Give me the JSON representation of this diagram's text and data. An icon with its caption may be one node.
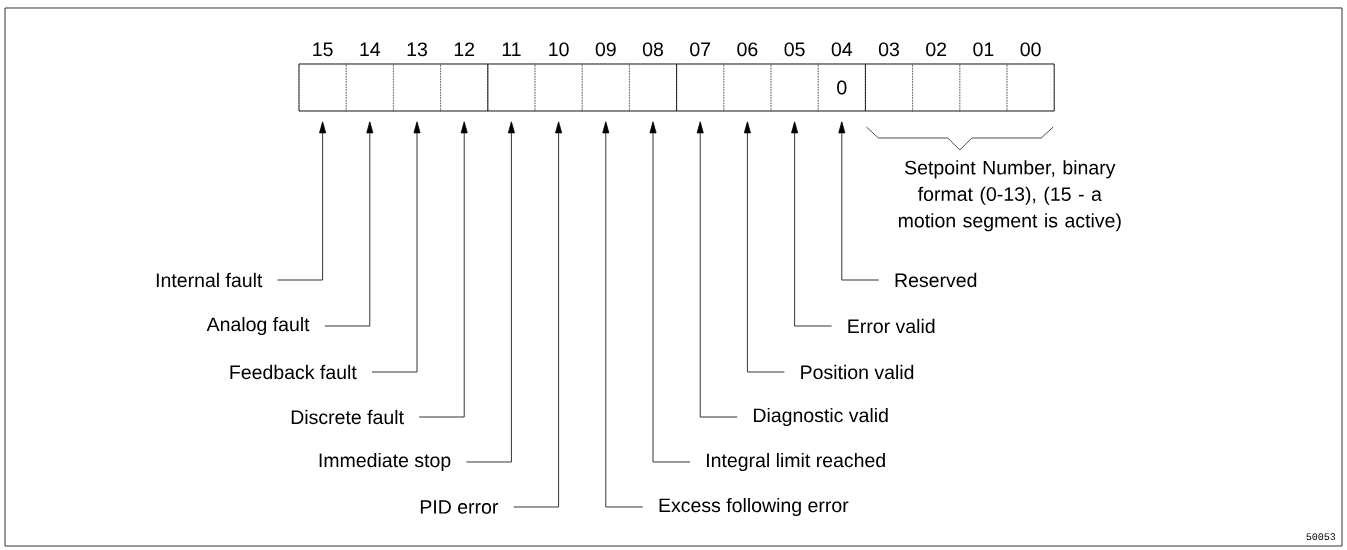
{
  "diagram": {
    "nodes": [
      {
        "text": [],
        "shape": "box",
        "beside": [
          "15"
        ]
      },
      {
        "text": [],
        "shape": "box",
        "beside": [
          "14"
        ]
      },
      {
        "text": [],
        "shape": "box",
        "beside": [
          "13"
        ]
      },
      {
        "text": [],
        "shape": "box",
        "beside": [
          "12"
        ]
      },
      {
        "text": [],
        "shape": "box",
        "beside": [
          "11"
        ]
      },
      {
        "text": [],
        "shape": "box",
        "beside": [
          "10"
        ]
      },
      {
        "text": [],
        "shape": "box",
        "beside": [
          "09"
        ]
      },
      {
        "text": [],
        "shape": "box",
        "beside": [
          "08"
        ]
      },
      {
        "text": [],
        "shape": "box",
        "beside": [
          "07"
        ]
      },
      {
        "text": [],
        "shape": "box",
        "beside": [
          "06"
        ]
      },
      {
        "text": [],
        "shape": "box",
        "beside": [
          "05"
        ]
      },
      {
        "text": [
          "0"
        ],
        "beside": [
          "04"
        ]
      },
      {
        "text": [],
        "shape": "box",
        "beside": [
          "03"
        ]
      },
      {
        "text": [],
        "shape": "box",
        "beside": [
          "02"
        ]
      },
      {
        "text": [],
        "shape": "box",
        "beside": [
          "01"
        ]
      },
      {
        "text": [],
        "shape": "box",
        "beside": [
          "00"
        ]
      },
      {
        "text": [
          "Internal fault"
        ]
      },
      {
        "text": [
          "Analog fault"
        ]
      },
      {
        "text": [
          "Feedback fault"
        ]
      },
      {
        "text": [
          "Discrete fault"
        ]
      },
      {
        "text": [
          "Immediate stop"
        ]
      },
      {
        "text": [
          "PID error"
        ]
      },
      {
        "text": [
          "Excess following error"
        ]
      },
      {
        "text": [
          "Integral limit reached"
        ]
      },
      {
        "text": [
          "Diagnostic valid"
        ]
      },
      {
        "text": [
          "Position valid"
        ]
      },
      {
        "text": [
          "Error valid"
        ]
      },
      {
        "text": [
          "Reserved"
        ]
      }
    ],
    "edges": [
      {
        "from": 16,
        "to": 0,
        "arrow": "to"
      },
      {
        "from": 17,
        "to": 1,
        "arrow": "to"
      },
      {
        "from": 18,
        "to": 2,
        "arrow": "to"
      },
      {
        "from": 19,
        "to": 3,
        "arrow": "to"
      },
      {
        "from": 20,
        "to": 4,
        "arrow": "to"
      },
      {
        "from": 21,
        "to": 5,
        "arrow": "to"
      },
      {
        "from": 22,
        "to": 6,
        "arrow": "to"
      },
      {
        "from": 23,
        "to": 7,
        "arrow": "to"
      },
      {
        "from": 24,
        "to": 8,
        "arrow": "to"
      },
      {
        "from": 25,
        "to": 9,
        "arrow": "to"
      },
      {
        "from": 26,
        "to": 10,
        "arrow": "to"
      },
      {
        "from": 27,
        "to": 11,
        "arrow": "to"
      }
    ],
    "labels": [
      "Setpoint Number, binary format (0-13), (15 - a motion segment is active)",
      "50053"
    ]
  }
}
